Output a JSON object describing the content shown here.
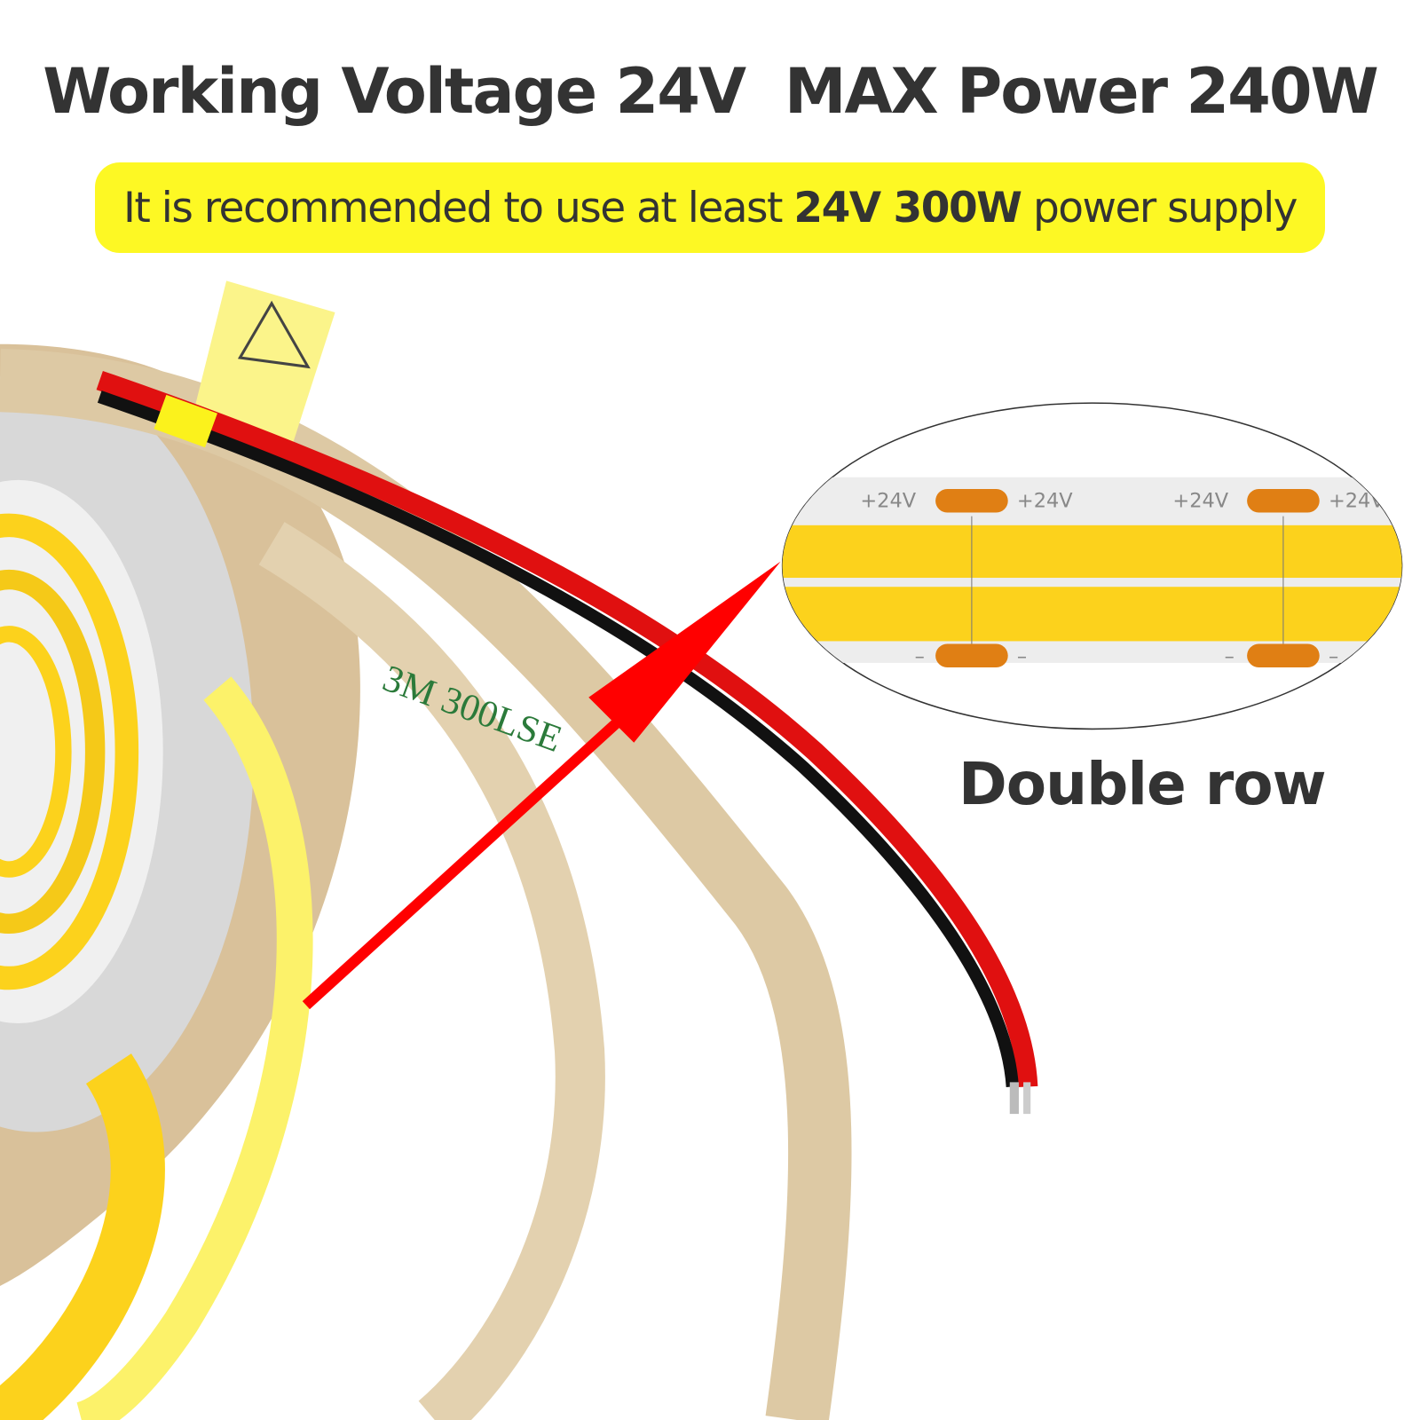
{
  "header": {
    "title": "Working Voltage 24V  MAX Power 240W"
  },
  "banner": {
    "text_before": "It is recommended to use at least ",
    "text_bold": "24V 300W",
    "text_after": " power supply",
    "background": "#fdf824"
  },
  "detail": {
    "caption": "Double row",
    "positive_label": "+24V",
    "negative_label": "–",
    "strip_color": "#fcd21c",
    "pad_color": "#e07f14"
  },
  "backing_print": "3M 300LSE",
  "colors": {
    "arrow": "#ff0000",
    "wire_red": "#e01010",
    "wire_black": "#111111",
    "text": "#333333"
  }
}
